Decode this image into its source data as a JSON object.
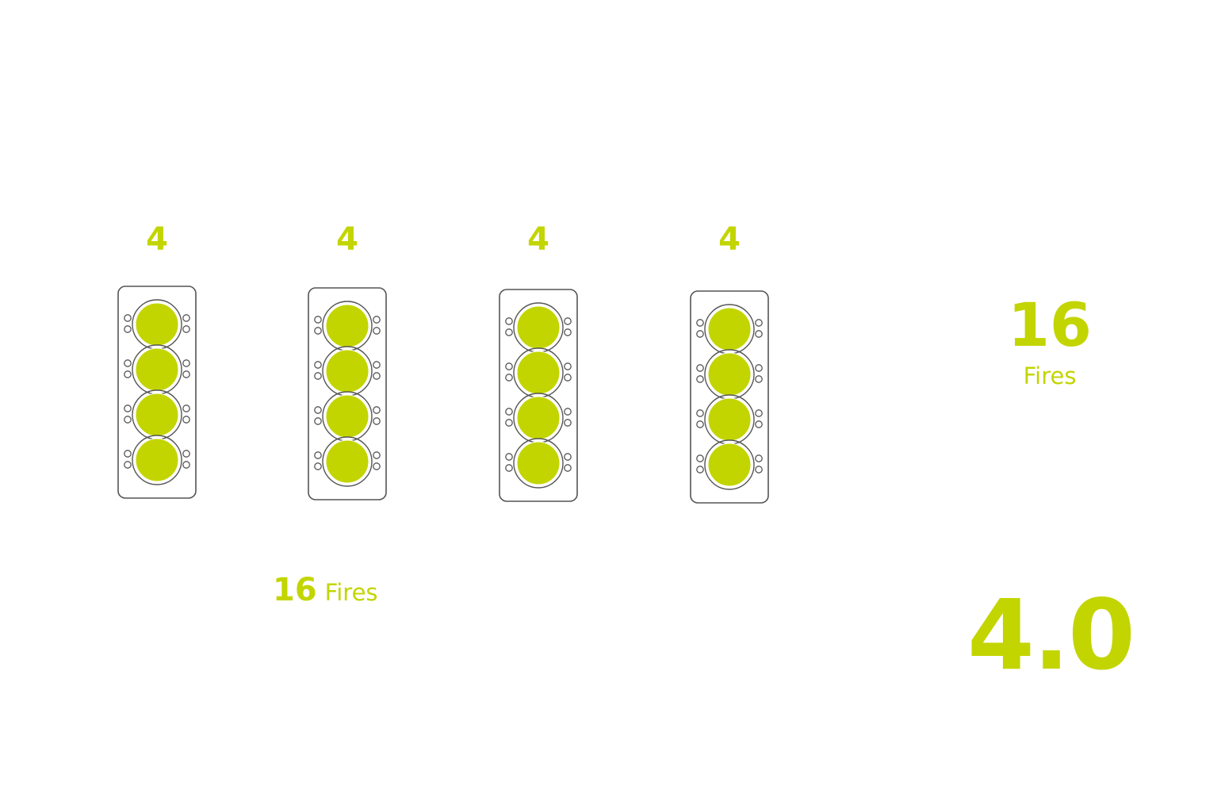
{
  "colors": {
    "accent": "#c3d500",
    "outline": "#555555",
    "background": "#ffffff"
  },
  "banks": [
    {
      "count": "4",
      "cylinders": 4,
      "icon": "cylinder-bank-icon"
    },
    {
      "count": "4",
      "cylinders": 4,
      "icon": "cylinder-bank-icon"
    },
    {
      "count": "4",
      "cylinders": 4,
      "icon": "cylinder-bank-icon"
    },
    {
      "count": "4",
      "cylinders": 4,
      "icon": "cylinder-bank-icon"
    }
  ],
  "total_inline": {
    "value": "16",
    "unit": "Fires"
  },
  "side_total": {
    "value": "16",
    "unit": "Fires"
  },
  "displacement": "4.0"
}
